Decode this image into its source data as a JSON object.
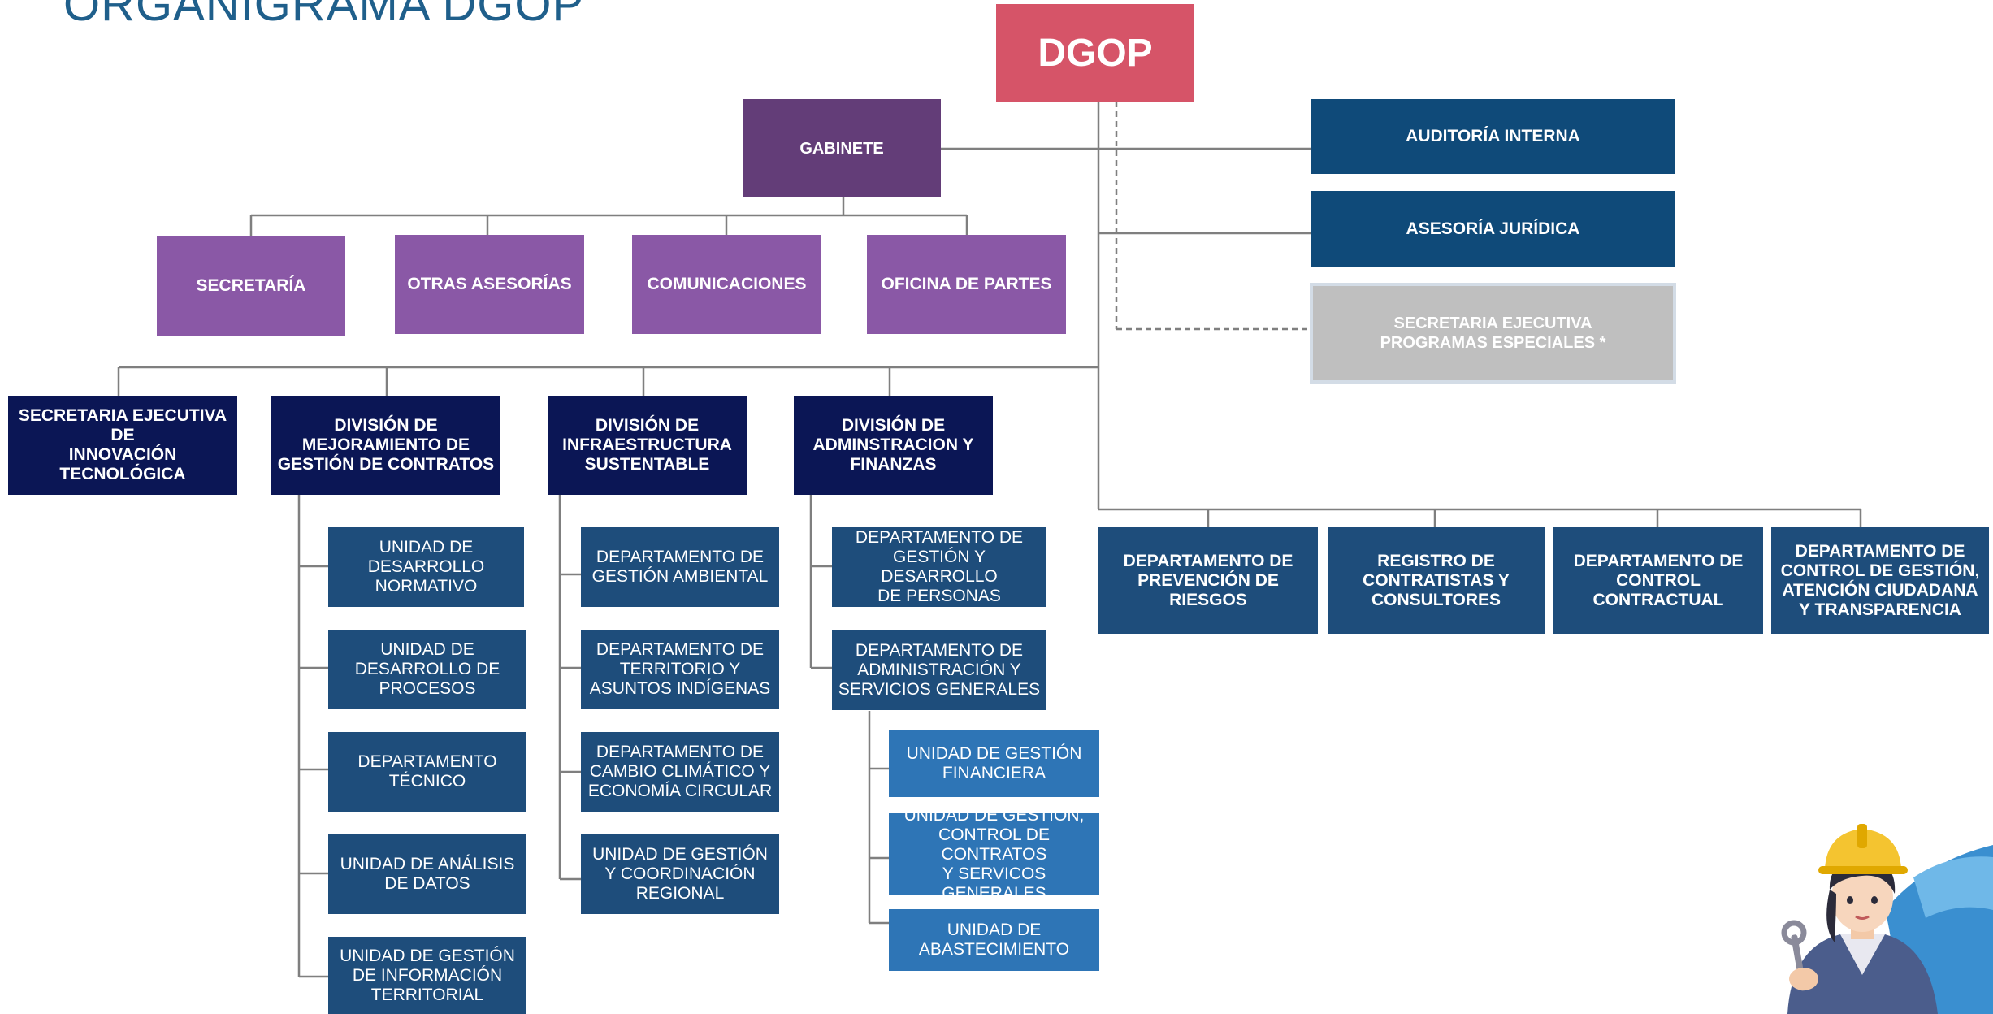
{
  "title": "ORGANIGRAMA DGOP",
  "top": {
    "dgop": "DGOP",
    "gabinete": "GABINETE"
  },
  "gabinete_units": [
    "SECRETARÍA",
    "OTRAS ASESORÍAS",
    "COMUNICACIONES",
    "OFICINA DE PARTES"
  ],
  "staff": {
    "auditoria": "AUDITORÍA INTERNA",
    "asesoria": "ASESORÍA JURÍDICA",
    "secretaria_especial": "SECRETARIA EJECUTIVA\nPROGRAMAS ESPECIALES *"
  },
  "divisions": [
    "SECRETARIA EJECUTIVA DE\nINNOVACIÓN\nTECNOLÓGICA",
    "DIVISIÓN DE\nMEJORAMIENTO DE\nGESTIÓN DE CONTRATOS",
    "DIVISIÓN DE\nINFRAESTRUCTURA\nSUSTENTABLE",
    "DIVISIÓN DE\nADMINSTRACION Y\nFINANZAS"
  ],
  "contracts_units": [
    "UNIDAD DE\nDESARROLLO\nNORMATIVO",
    "UNIDAD DE\nDESARROLLO DE\nPROCESOS",
    "DEPARTAMENTO\nTÉCNICO",
    "UNIDAD DE ANÁLISIS\nDE DATOS",
    "UNIDAD DE GESTIÓN\nDE INFORMACIÓN\nTERRITORIAL"
  ],
  "infra_units": [
    "DEPARTAMENTO DE\nGESTIÓN AMBIENTAL",
    "DEPARTAMENTO DE\nTERRITORIO Y\nASUNTOS INDÍGENAS",
    "DEPARTAMENTO DE\nCAMBIO CLIMÁTICO Y\nECONOMÍA CIRCULAR",
    "UNIDAD DE GESTIÓN\nY COORDINACIÓN\nREGIONAL"
  ],
  "finance_units": [
    "DEPARTAMENTO DE\nGESTIÓN Y DESARROLLO\nDE PERSONAS",
    "DEPARTAMENTO DE\nADMINISTRACIÓN Y\nSERVICIOS GENERALES"
  ],
  "admin_units": [
    "UNIDAD DE GESTIÓN\nFINANCIERA",
    "UNIDAD DE GESTIÓN,\nCONTROL DE CONTRATOS\nY SERVICOS GENERALES",
    "UNIDAD  DE\nABASTECIMIENTO"
  ],
  "direct_departments": [
    "DEPARTAMENTO DE\nPREVENCIÓN DE\nRIESGOS",
    "REGISTRO DE\nCONTRATISTAS Y\nCONSULTORES",
    "DEPARTAMENTO DE\nCONTROL\nCONTRACTUAL",
    "DEPARTAMENTO DE\nCONTROL DE GESTIÓN,\nATENCIÓN CIUDADANA\nY TRANSPARENCIA"
  ],
  "colors": {
    "dgop": "#d65468",
    "gabinete": "#633d78",
    "gabinete_units": "#8a58a6",
    "staff": "#0f4a79",
    "staff_special": "#bfbfbf",
    "divisions": "#0b1655",
    "departments": "#1e4d7b",
    "sub_units": "#2e75b6",
    "lines": "#7f7f7f",
    "title": "#1f5f8b"
  },
  "icons": {
    "illustration": "construction-worker-illustration"
  }
}
